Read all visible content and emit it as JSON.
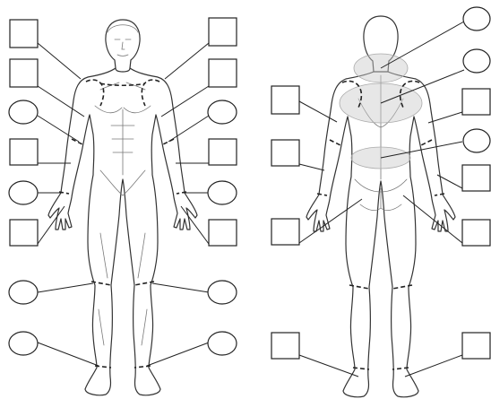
{
  "title": "",
  "views": [
    "front",
    "back"
  ],
  "colors": {
    "line": "#222222",
    "shaded_region": "#c9c9c9",
    "background": "#ffffff"
  },
  "label_markers": {
    "front_left": [
      "square",
      "square",
      "circle",
      "square",
      "circle",
      "square",
      "circle",
      "circle"
    ],
    "front_right": [
      "square",
      "square",
      "circle",
      "square",
      "circle",
      "square",
      "circle",
      "circle"
    ],
    "back_left": [
      "square",
      "square",
      "square",
      "square"
    ],
    "back_right": [
      "circle",
      "circle",
      "square",
      "circle",
      "square",
      "square",
      "square"
    ]
  },
  "label_text": []
}
